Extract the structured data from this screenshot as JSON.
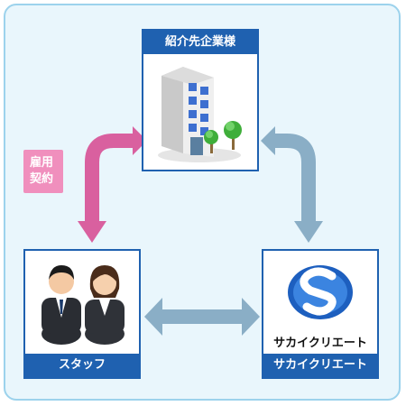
{
  "company": {
    "title": "紹介先企業様"
  },
  "staff": {
    "title": "スタッフ"
  },
  "sakai": {
    "title": "サカイクリエート",
    "logo_text": "サカイクリエート"
  },
  "contract": {
    "line1": "雇用",
    "line2": "契約"
  },
  "colors": {
    "card_border": "#1f61b0",
    "pink_arrow": "#d9609f",
    "blue_arrow": "#8aaec6",
    "background": "#e9f6fc"
  }
}
